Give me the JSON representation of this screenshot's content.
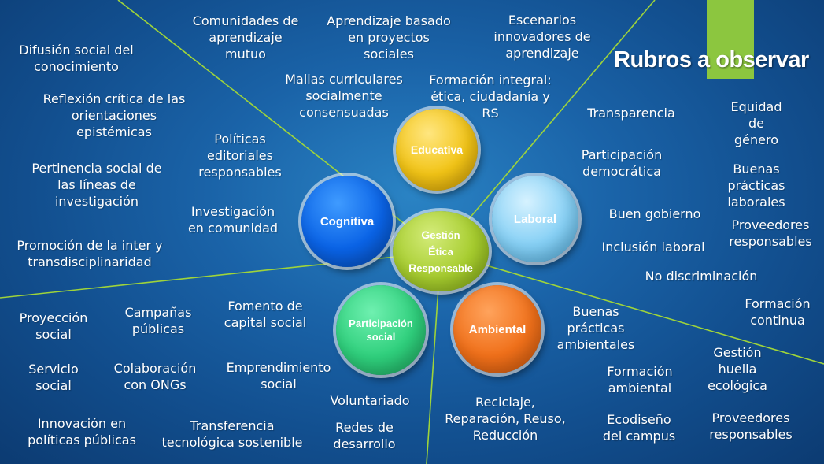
{
  "slide": {
    "title": "Rubros a observar",
    "colors": {
      "background": "#1a63a8",
      "accent_bar": "#8cc63f",
      "ray_line": "#9fd43a",
      "educativa": "#f2c416",
      "laboral": "#86d0f5",
      "cognitiva": "#0a63e6",
      "participacion": "#2fcf7c",
      "ambiental": "#f0701a",
      "gestion": "#a6cc2e"
    }
  },
  "hub": {
    "line1_cap": "G",
    "line1_rest": "estión",
    "line2_cap": "É",
    "line2_rest": "tica",
    "line3_cap": "R",
    "line3_rest": "esponsable"
  },
  "circles": {
    "educativa": "Educativa",
    "laboral": "Laboral",
    "cognitiva": "Cognitiva",
    "participacion": "Participación\nsocial",
    "ambiental": "Ambiental"
  },
  "educativa_items": [
    "Comunidades de\naprendizaje\nmutuo",
    "Aprendizaje basado\nen proyectos\nsociales",
    "Escenarios\ninnovadores de\naprendizaje",
    "Mallas curriculares\nsocialmente\nconsensuadas",
    "Formación integral:\nética, ciudadanía y\nRS"
  ],
  "cognitiva_items": [
    "Difusión social del\nconocimiento",
    "Reflexión crítica de las\norientaciones\nepistémicas",
    "Pertinencia social de\nlas líneas de\ninvestigación",
    "Promoción de la inter y\ntransdisciplinaridad",
    "Políticas\neditoriales\nresponsables",
    "Investigación\nen comunidad"
  ],
  "laboral_items": [
    "Transparencia",
    "Equidad de\ngénero",
    "Participación\ndemocrática",
    "Buenas prácticas\nlaborales",
    "Buen gobierno",
    "Proveedores\nresponsables",
    "Inclusión laboral",
    "No discriminación",
    "Formación\ncontinua"
  ],
  "participacion_items": [
    "Proyección\nsocial",
    "Campañas\npúblicas",
    "Fomento de\ncapital social",
    "Servicio\nsocial",
    "Colaboración\ncon ONGs",
    "Emprendimiento\nsocial",
    "Voluntariado",
    "Innovación en\npolíticas públicas",
    "Transferencia\ntecnológica sostenible",
    "Redes de\ndesarrollo"
  ],
  "ambiental_items": [
    "Buenas\nprácticas\nambientales",
    "Gestión\nhuella\necológica",
    "Formación\nambiental",
    "Reciclaje,\nReparación, Reuso,\nReducción",
    "Ecodiseño\ndel campus",
    "Proveedores\nresponsables"
  ]
}
